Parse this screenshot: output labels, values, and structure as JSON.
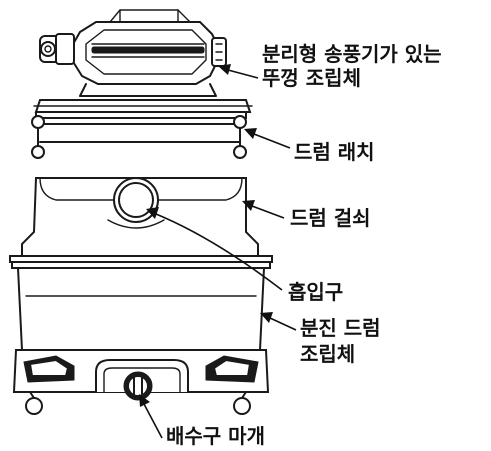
{
  "labels": {
    "lid_assembly_line1": "분리형 송풍기가 있는",
    "lid_assembly_line2": "뚜껑 조립체",
    "drum_latch": "드럼 래치",
    "drum_hook": "드럼 걸쇠",
    "intake": "흡입구",
    "dust_drum_line1": "분진 드럼",
    "dust_drum_line2": "조립체",
    "drain_cap": "배수구 마개"
  }
}
